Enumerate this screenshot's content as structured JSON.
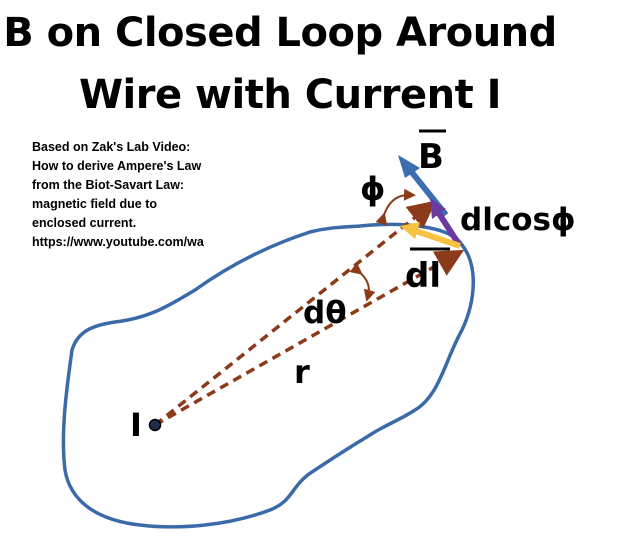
{
  "title": {
    "line1": "B on Closed Loop Around",
    "line2": "Wire with Current I"
  },
  "caption": [
    "Based on Zak's Lab Video:",
    "How to derive Ampere's Law",
    "from the Biot-Savart Law:",
    "magnetic field due to",
    "enclosed current.",
    "https://www.youtube.com/wa"
  ],
  "labels": {
    "B": "B",
    "phi": "ϕ",
    "dlcosphi": "dlcosϕ",
    "dl": "dl",
    "dtheta": "dθ",
    "r": "r",
    "I": "I"
  },
  "colors": {
    "loop": "#3b6aa8",
    "radius": "#8b3a1a",
    "B_arrow": "#3b6fb0",
    "dl_arrow": "#f5c242",
    "dlcos_arrow": "#6a3aa0",
    "text": "#000000"
  }
}
